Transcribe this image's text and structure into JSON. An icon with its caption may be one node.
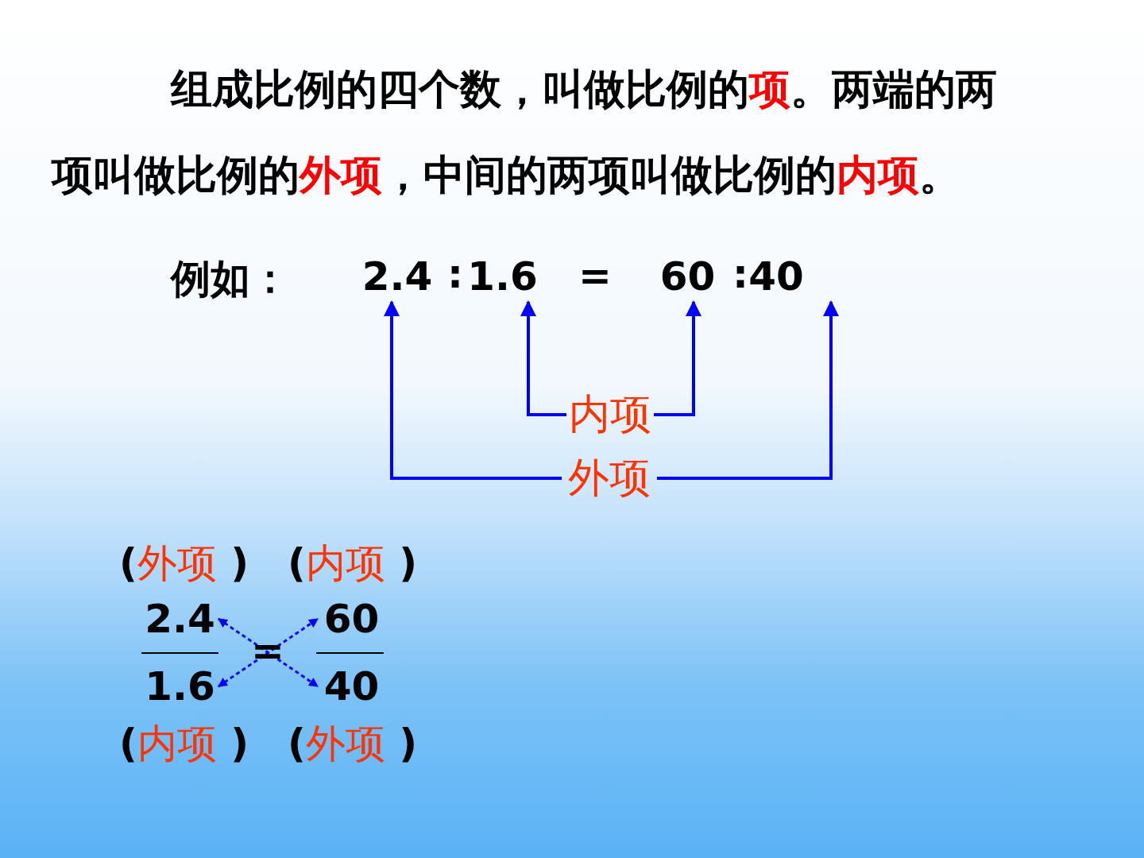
{
  "diagram": {
    "nodes": [
      {
        "text": [
          "2.4"
        ]
      },
      {
        "text": [
          "1.6"
        ]
      },
      {
        "text": [
          "60"
        ]
      },
      {
        "text": [
          "40"
        ]
      },
      {
        "text": [
          "内项"
        ]
      },
      {
        "text": [
          "外项"
        ]
      },
      {
        "text": [
          "2.4"
        ]
      },
      {
        "text": [
          "60"
        ]
      },
      {
        "text": [
          "1.6"
        ]
      },
      {
        "text": [
          "40"
        ]
      }
    ],
    "edges": [
      {
        "from": 4,
        "to": 1,
        "arrow": "to"
      },
      {
        "from": 4,
        "to": 2,
        "arrow": "to"
      },
      {
        "from": 5,
        "to": 0,
        "arrow": "to"
      },
      {
        "from": 5,
        "to": 3,
        "arrow": "to"
      },
      {
        "from": 6,
        "to": 9,
        "arrow": "both",
        "style": "dashed"
      },
      {
        "from": 8,
        "to": 7,
        "arrow": "both",
        "style": "dashed"
      }
    ],
    "labels": [
      "组成比例的四个数，叫做比例的**项**。两端的两项叫做比例的**外项**，中间的两项叫做比例的**内项**。",
      "例如：",
      ":",
      "=",
      ":",
      "(**外项** )",
      "(**内项** )",
      "=",
      "(**内项** )",
      "(**外项** )"
    ]
  }
}
